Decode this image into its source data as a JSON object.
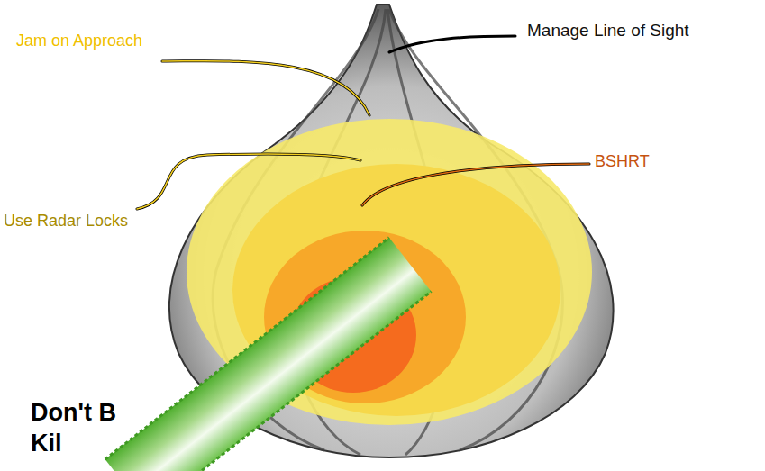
{
  "diagram": {
    "labels": [
      "Jam on Approach",
      "Manage Line of Sight",
      "BSHRT",
      "Use Radar Locks",
      "Don't B",
      "Kil"
    ]
  }
}
